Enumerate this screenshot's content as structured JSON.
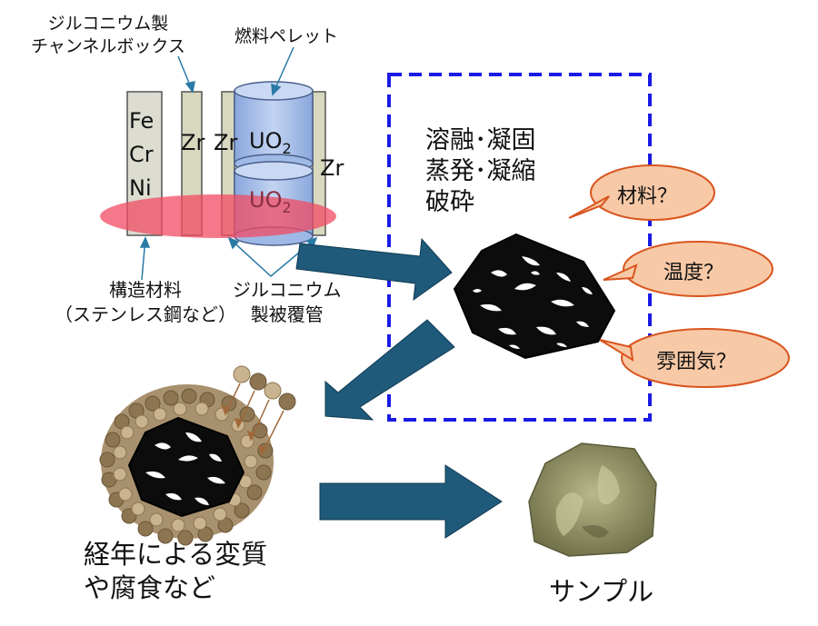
{
  "labels": {
    "zr_channel_box": "ジルコニウム製\nチャンネルボックス",
    "fuel_pellet": "燃料ペレット",
    "fe": "Fe",
    "cr": "Cr",
    "ni": "Ni",
    "zr": "Zr",
    "uo2": "UO",
    "uo2_sub": "2",
    "structural_material": "構造材料\n（ステンレス鋼など）",
    "zr_cladding": "ジルコニウム\n製被覆管",
    "processes": "溶融･凝固\n蒸発･凝縮\n破砕",
    "bubble_material": "材料？",
    "bubble_temperature": "温度？",
    "bubble_atmosphere": "雰囲気？",
    "aging": "経年による変質\nや腐食など",
    "sample": "サンプル"
  },
  "colors": {
    "arrow": "#1f5a7a",
    "dashed_box": "#1a1ae6",
    "bubble_fill": "#f7c9a6",
    "bubble_stroke": "#d9541e",
    "red_band": "#f24b63",
    "pellet": "#9fb9e6",
    "rod": "#d9d9c6",
    "particle": "#a8916e",
    "sample_rock": "#8c8c62"
  }
}
